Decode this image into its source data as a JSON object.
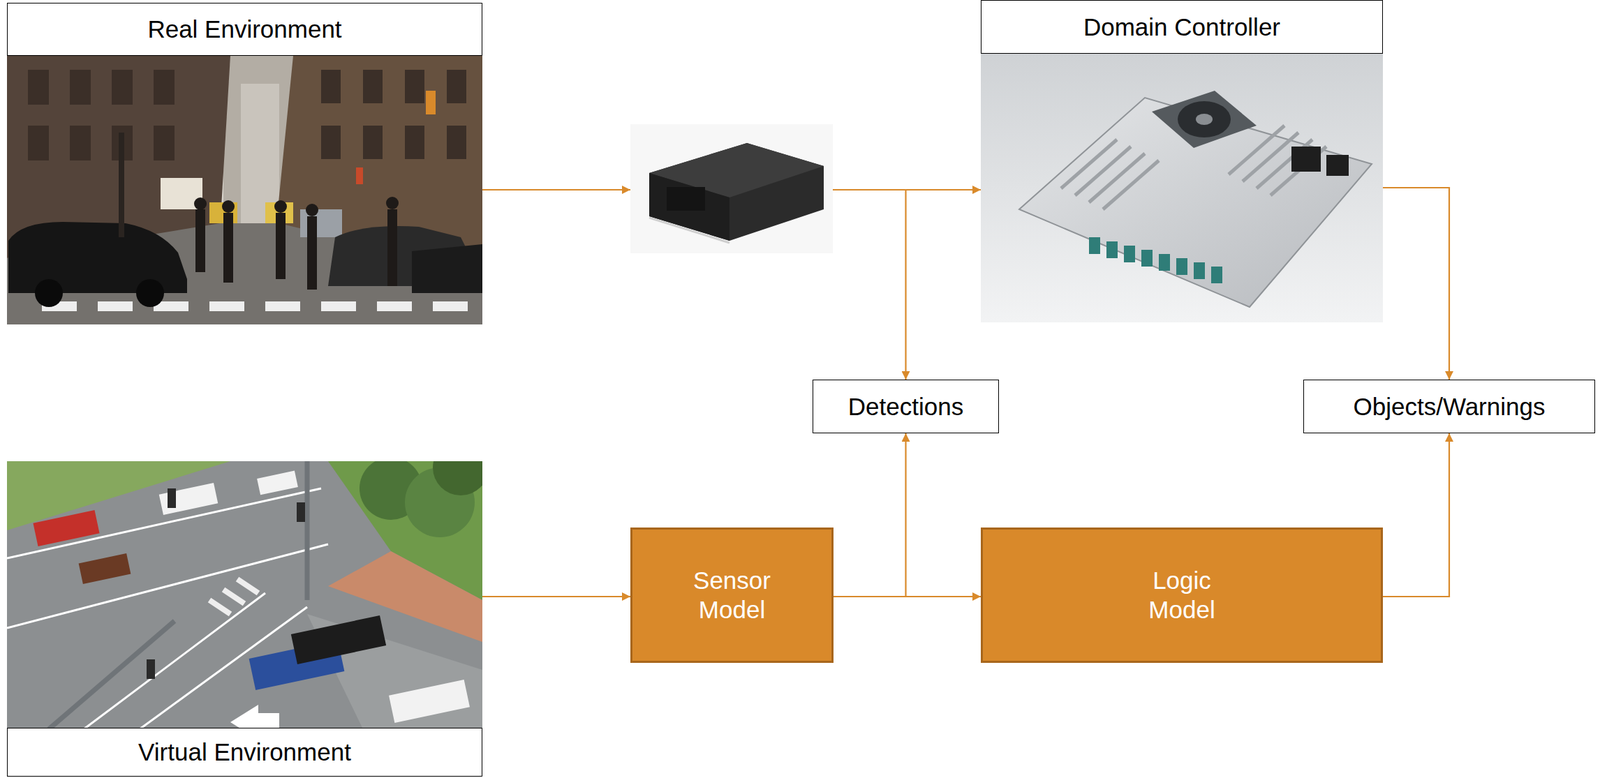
{
  "diagram": {
    "nodes": [
      {
        "text": [
          "Real Environment"
        ]
      },
      {
        "text": [
          "Domain Controller"
        ]
      },
      {
        "text": [
          "Detections"
        ]
      },
      {
        "text": [
          "Objects/Warnings"
        ]
      },
      {
        "text": [
          "Virtual Environment"
        ]
      },
      {
        "text": [
          "Sensor Model"
        ]
      },
      {
        "text": [
          "Logic Model"
        ]
      }
    ],
    "edges": [
      {
        "from": 0,
        "to": 1,
        "arrow": "to"
      },
      {
        "from": 0,
        "to": 2,
        "arrow": "to"
      },
      {
        "from": 1,
        "to": 3,
        "arrow": "to"
      },
      {
        "from": 4,
        "to": 5,
        "arrow": "to"
      },
      {
        "from": 5,
        "to": 2,
        "arrow": "to"
      },
      {
        "from": 5,
        "to": 6,
        "arrow": "to"
      },
      {
        "from": 6,
        "to": 3,
        "arrow": "to"
      }
    ]
  }
}
